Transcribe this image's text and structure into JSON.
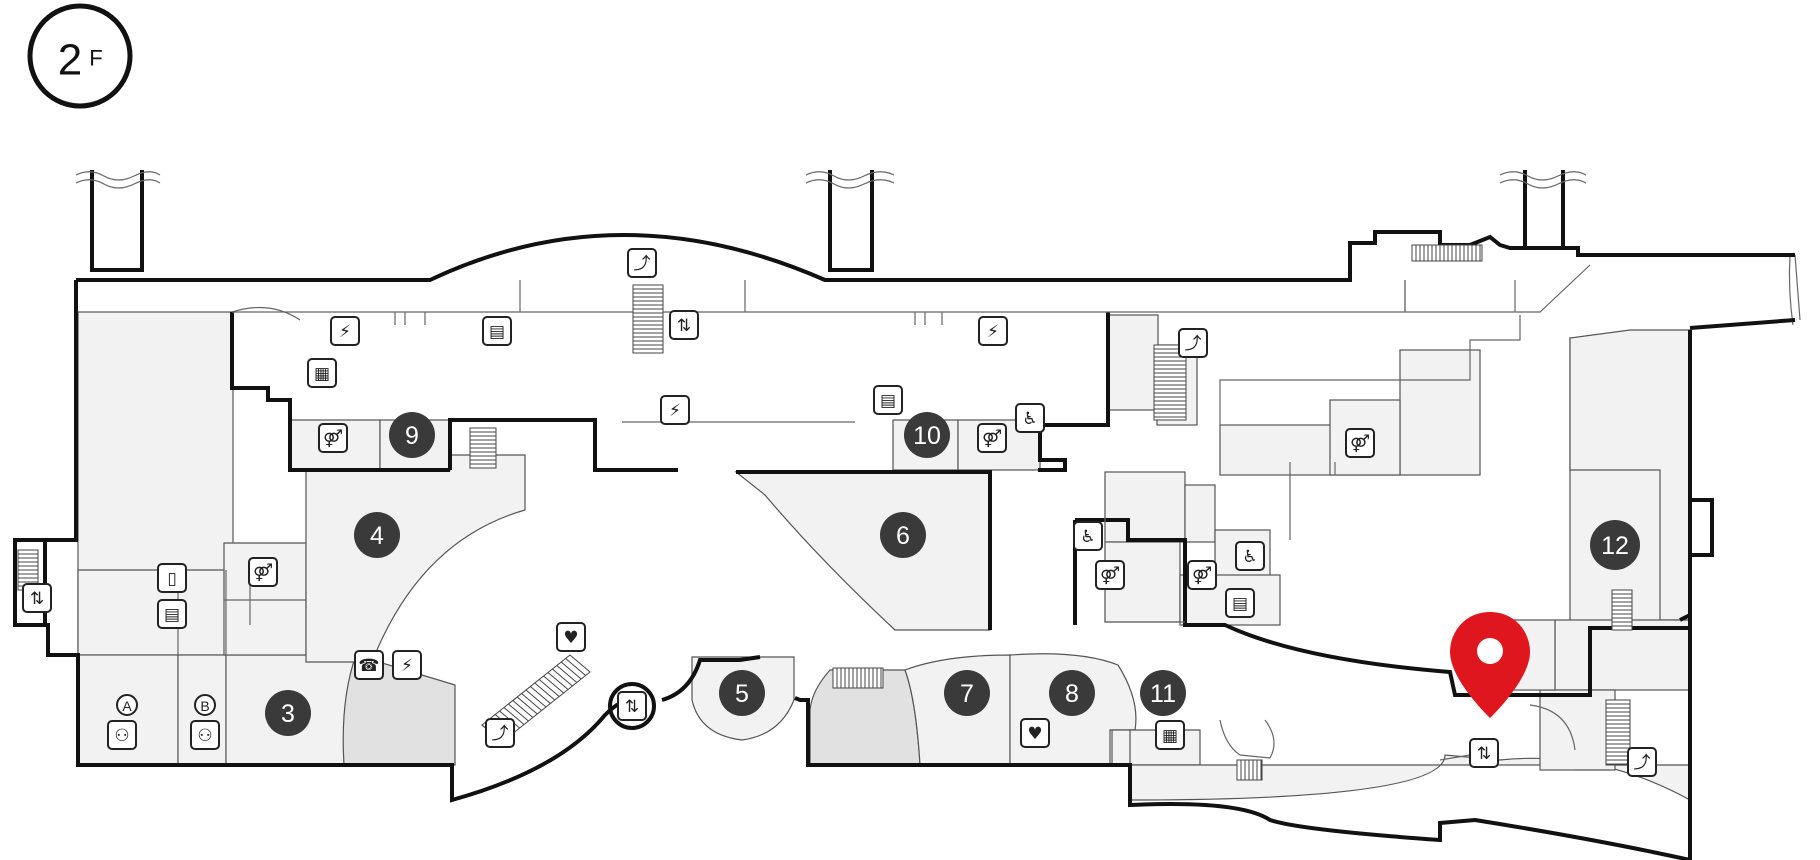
{
  "floor": {
    "number": "2",
    "suffix": "F"
  },
  "areas": [
    {
      "id": "3",
      "label": "3"
    },
    {
      "id": "4",
      "label": "4"
    },
    {
      "id": "5",
      "label": "5"
    },
    {
      "id": "6",
      "label": "6"
    },
    {
      "id": "7",
      "label": "7"
    },
    {
      "id": "8",
      "label": "8"
    },
    {
      "id": "9",
      "label": "9"
    },
    {
      "id": "10",
      "label": "10"
    },
    {
      "id": "11",
      "label": "11"
    },
    {
      "id": "12",
      "label": "12"
    }
  ],
  "lettered_spots": [
    {
      "id": "A",
      "label": "A"
    },
    {
      "id": "B",
      "label": "B"
    }
  ],
  "icons": {
    "escalator": "escalator-icon",
    "elevator": "elevator-icon",
    "restroom": "restroom-icon",
    "accessible_restroom": "accessible-restroom-icon",
    "charging": "charging-icon",
    "atm": "atm-icon",
    "water_fountain": "water-fountain-icon",
    "aed": "aed-icon",
    "telephone": "telephone-icon",
    "nursing_room": "nursing-room-icon",
    "locker": "locker-icon",
    "baby_care": "baby-care-icon",
    "info": "info-icon"
  },
  "colors": {
    "wall": "#111111",
    "room": "#f2f2f2",
    "room_dark": "#e1e1e1",
    "number_badge": "#3a3a3a",
    "location_pin": "#e0161e"
  }
}
